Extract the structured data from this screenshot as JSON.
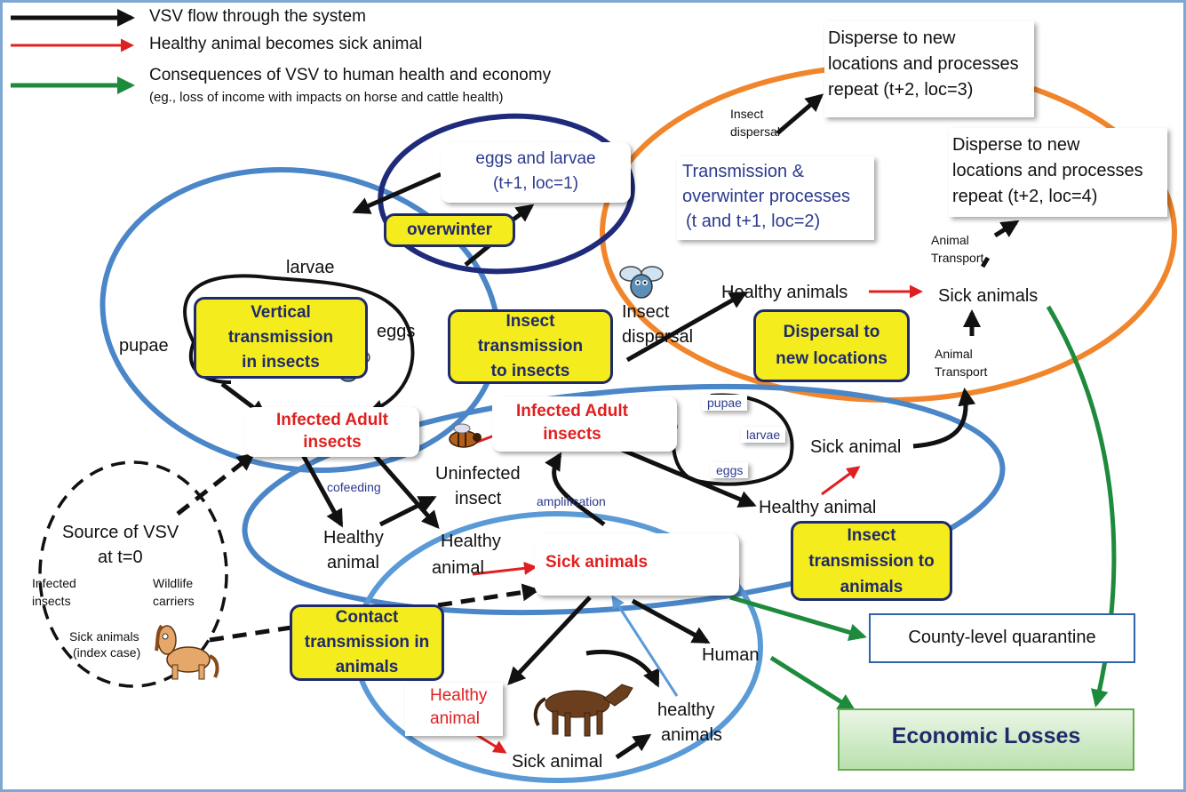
{
  "legend": {
    "black": "VSV flow through the system",
    "red": "Healthy animal becomes sick animal",
    "green_1": "Consequences of VSV to human health and economy",
    "green_2": "(eg., loss of income with impacts on horse and cattle health)"
  },
  "boxes": {
    "eggs_larvae_1": "eggs and larvae",
    "eggs_larvae_2": "(t+1, loc=1)",
    "overwinter": "overwinter",
    "vertical_1": "Vertical",
    "vertical_2": "transmission",
    "vertical_3": "in insects",
    "insect_insect_1": "Insect",
    "insect_insect_2": "transmission",
    "insect_insect_3": "to insects",
    "dispersal_new_1": "Dispersal to",
    "dispersal_new_2": "new locations",
    "insect_animal_1": "Insect",
    "insect_animal_2": "transmission to",
    "insect_animal_3": "animals",
    "contact_1": "Contact",
    "contact_2": "transmission in",
    "contact_3": "animals",
    "infected_left_1": "Infected Adult",
    "infected_left_2": "insects",
    "infected_mid_1": "Infected Adult",
    "infected_mid_2": "insects",
    "sick_center": "Sick animals",
    "healthy_red_1": "Healthy",
    "healthy_red_2": "animal",
    "quarantine": "County-level quarantine",
    "economic": "Economic Losses",
    "disperse_3_1": "Disperse to new",
    "disperse_3_2": "locations and processes",
    "disperse_3_3": "repeat (t+2, loc=3)",
    "disperse_4_1": "Disperse to new",
    "disperse_4_2": "locations and processes",
    "disperse_4_3": "repeat (t+2, loc=4)",
    "overwinter_proc_1": "Transmission &",
    "overwinter_proc_2": "overwinter processes",
    "overwinter_proc_3": "(t and t+1, loc=2)"
  },
  "labels": {
    "larvae": "larvae",
    "pupae": "pupae",
    "eggs": "eggs",
    "insect_dispersal": "Insect",
    "insect_dispersal_2": "dispersal",
    "insect_dispersal_small_1": "Insect",
    "insect_dispersal_small_2": "dispersal",
    "healthy_animals_top": "Healthy animals",
    "sick_animals_top": "Sick animals",
    "animal_transport_1a": "Animal",
    "animal_transport_1b": "Transport",
    "animal_transport_2a": "Animal",
    "animal_transport_2b": "Transport",
    "pupae_small": "pupae",
    "larvae_small": "larvae",
    "eggs_small": "eggs",
    "sick_animal_right": "Sick animal",
    "healthy_animal_right": "Healthy animal",
    "cofeeding": "cofeeding",
    "uninfected_1": "Uninfected",
    "uninfected_2": "insect",
    "amplification": "amplification",
    "healthy_animal_a_1": "Healthy",
    "healthy_animal_a_2": "animal",
    "healthy_animal_b_1": "Healthy",
    "healthy_animal_b_2": "animal",
    "source_1": "Source of VSV",
    "source_2": "at t=0",
    "infected_insects_1": "Infected",
    "infected_insects_2": "insects",
    "wildlife_1": "Wildlife",
    "wildlife_2": "carriers",
    "sick_index_1": "Sick animals",
    "sick_index_2": "(index case)",
    "human": "Human",
    "healthy_animals_bottom_1": "healthy",
    "healthy_animals_bottom_2": "animals",
    "sick_animal_bottom": "Sick animal"
  },
  "colors": {
    "black_arrow": "#111111",
    "red_arrow": "#e02020",
    "green_arrow": "#1e8a3c",
    "blue_ellipse": "#4a86c8",
    "navy_ellipse": "#1f2a7a",
    "orange_ellipse": "#f0852b",
    "yellow_box": "#f5ec1e"
  }
}
